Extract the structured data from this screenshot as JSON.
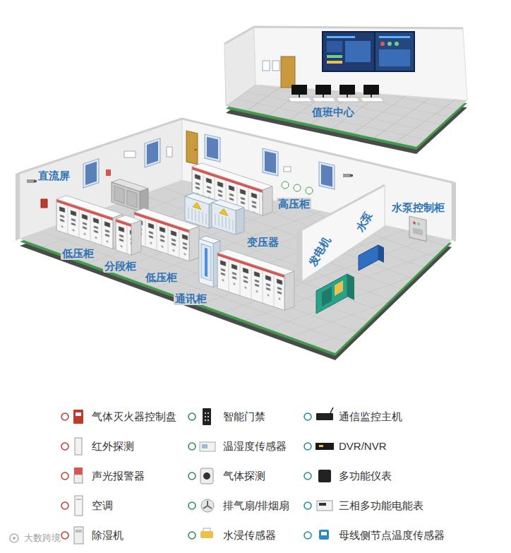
{
  "diagram": {
    "labels": [
      "值班中心",
      "直流屏",
      "低压柜",
      "分段柜",
      "低压柜",
      "通讯柜",
      "变压器",
      "高压柜",
      "发电机",
      "水泵",
      "水泵控制柜",
      "大数跨境"
    ],
    "legend": [
      {
        "text": "气体灭火器控制盘"
      },
      {
        "text": "智能门禁"
      },
      {
        "text": "通信监控主机"
      },
      {
        "text": "红外探测"
      },
      {
        "text": "温湿度传感器"
      },
      {
        "text": "DVR/NVR"
      },
      {
        "text": "声光报警器"
      },
      {
        "text": "气体探测"
      },
      {
        "text": "多功能仪表"
      },
      {
        "text": "空调"
      },
      {
        "text": "排气扇/排烟扇"
      },
      {
        "text": "三相多功能电能表"
      },
      {
        "text": "除湿机"
      },
      {
        "text": "水浸传感器"
      },
      {
        "text": "母线侧节点温度传感器"
      }
    ]
  }
}
